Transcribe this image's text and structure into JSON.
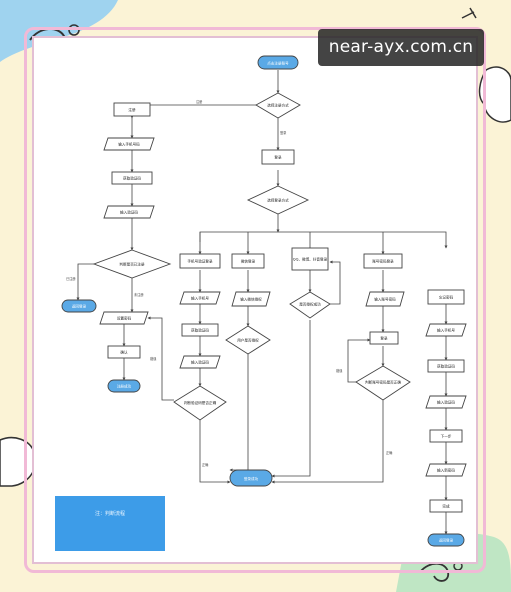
{
  "watermark": {
    "text": "near-ayx.com.cn"
  },
  "colors": {
    "background": "#fbf3d6",
    "frame_pink": "#f1b9d6",
    "terminator_fill": "#5aa9e6",
    "note_fill": "#3d9ce8",
    "line": "#444444"
  },
  "diagram": {
    "start": "点击注册账号",
    "choose_mode": "选择注册方式",
    "phone_branch": "注册",
    "email_branch": "登录",
    "enter_phone": "输入手机号码",
    "get_code": "获取验证码",
    "enter_code": "输入验证码",
    "phone_decision": "判断是否已注册",
    "registered_label": "已注册",
    "not_registered_label": "未注册",
    "back_to_login": "返回登录",
    "set_password": "设置密码",
    "confirm": "确认",
    "register_success": "注册成功",
    "select_method": "选择登录方式",
    "method_phone_code": "手机号验证登录",
    "method_wechat": "微信登录",
    "method_third_party": "QQ、微博、抖音登录",
    "method_password": "账号密码登录",
    "phone_input": "输入手机号",
    "phone_get_code": "获取验证码",
    "phone_enter_code": "输入验证码",
    "phone_check": "判断验证码是否正确",
    "wechat_auth": "输入微信授权",
    "wechat_check": "用户是否授权",
    "third_check": "是否授权成功",
    "pwd_input": "输入账号密码",
    "pwd_login_btn": "登录",
    "pwd_check": "判断账号密码是否正确",
    "forgot": "忘记密码",
    "forgot_enter_phone": "输入手机号",
    "forgot_get_code": "获取验证码",
    "forgot_enter_code": "输入验证码",
    "next": "下一步",
    "new_password": "输入新密码",
    "done": "完成",
    "back_login": "返回登录",
    "success_label": "正确",
    "fail_label": "错误",
    "end": "登录成功",
    "note": "注：判断流程"
  }
}
